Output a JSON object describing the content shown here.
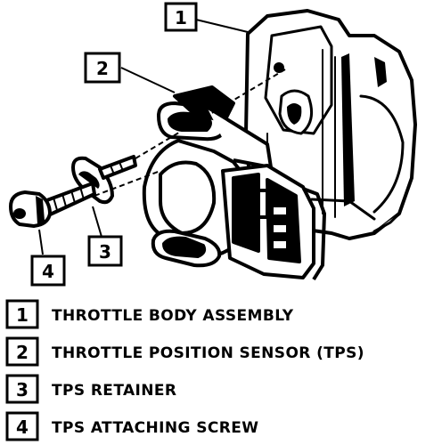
{
  "callouts": [
    "1",
    "2",
    "3",
    "4"
  ],
  "legend": [
    {
      "num": "1",
      "label": "THROTTLE BODY ASSEMBLY"
    },
    {
      "num": "2",
      "label": "THROTTLE POSITION SENSOR (TPS)"
    },
    {
      "num": "3",
      "label": "TPS RETAINER"
    },
    {
      "num": "4",
      "label": "TPS ATTACHING SCREW"
    }
  ]
}
